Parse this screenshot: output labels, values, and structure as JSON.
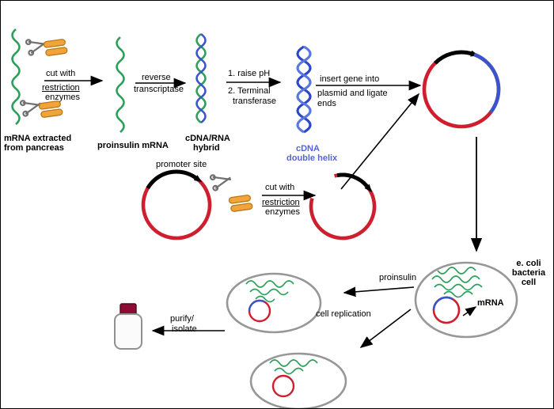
{
  "colors": {
    "rna_green": "#2ca05a",
    "cdna_blue": "#3a55cc",
    "helix_dark_blue": "#2d47c8",
    "helix_light_blue": "#5b76e0",
    "plasmid_red": "#cf1f2f",
    "promoter_black": "#000000",
    "enzyme_orange": "#f2a33c",
    "enzyme_outline": "#b87a14",
    "cell_outline_gray": "#979797",
    "label_blue": "#5665d5",
    "bottle_cap_maroon": "#8e0b33"
  },
  "labels": {
    "mrna_extracted_line1": "mRNA extracted",
    "mrna_extracted_line2": "from pancreas",
    "proinsulin_mrna": "proinsulin mRNA",
    "hybrid_line1": "cDNA/RNA",
    "hybrid_line2": "hybrid",
    "cdna_line1": "cDNA",
    "cdna_line2": "double helix",
    "promoter_site": "promoter site",
    "proinsulin": "proinsulin",
    "mrna": "mRNA",
    "ecoli_line1": "e. coli",
    "ecoli_line2": "bacteria",
    "ecoli_line3": "cell",
    "cell_replication": "cell replication"
  },
  "steps": {
    "cut1_above": "cut with",
    "cut1_below1": "restriction",
    "cut1_below2": "enzymes",
    "reverse_above": "reverse",
    "reverse_below": "transcriptase",
    "ph_above": "1. raise pH",
    "ph_below1": "2. Terminal",
    "ph_below2": "transferase",
    "insert_above": "insert gene into",
    "insert_below1": "plasmid and ligate",
    "insert_below2": "ends",
    "cut2_above": "cut with",
    "cut2_below1": "restriction",
    "cut2_below2": "enzymes",
    "purify_line1": "purify/",
    "purify_line2": "isolate"
  }
}
